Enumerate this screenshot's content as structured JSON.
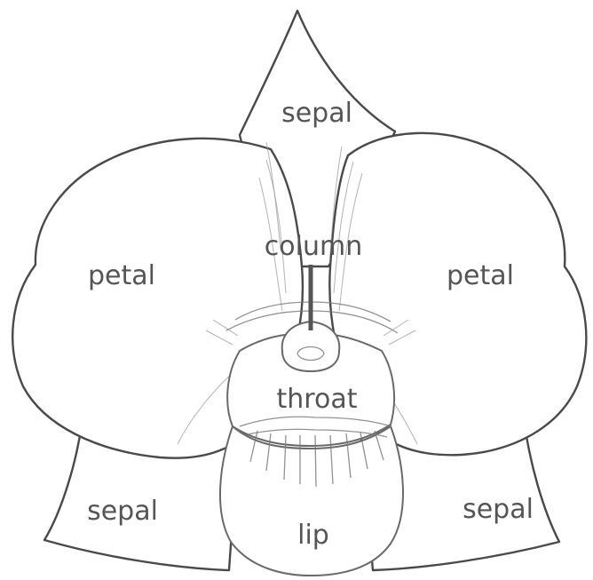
{
  "labels": {
    "sepal_top": "sepal",
    "petal_left": "petal",
    "petal_right": "petal",
    "column": "column",
    "throat": "throat",
    "sepal_left": "sepal",
    "lip": "lip",
    "sepal_right": "sepal"
  },
  "colors": {
    "line": "#4a4a4a",
    "text": "#555555",
    "background": "#ffffff"
  }
}
